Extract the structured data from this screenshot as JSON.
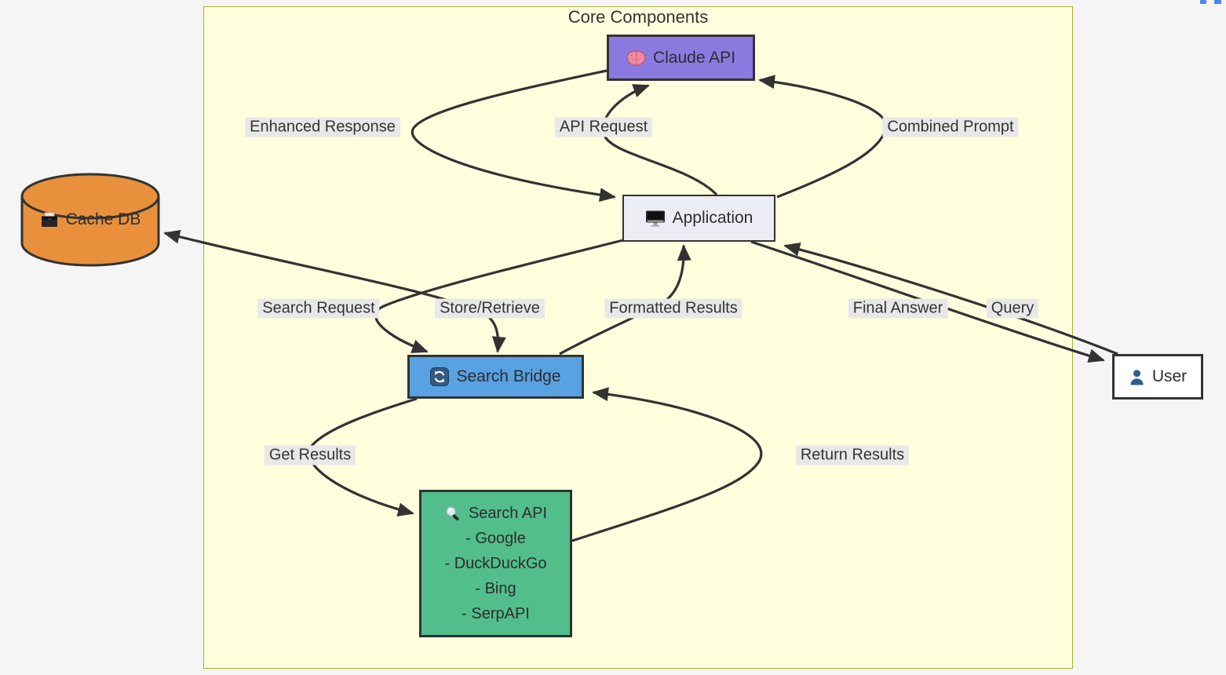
{
  "diagram": {
    "title": "Core Components",
    "nodes": {
      "claude_api": {
        "label": "Claude API",
        "icon": "brain-icon"
      },
      "application": {
        "label": "Application",
        "icon": "desktop-computer-icon"
      },
      "cache_db": {
        "label": "Cache DB",
        "icon": "card-file-box-icon"
      },
      "search_bridge": {
        "label": "Search Bridge",
        "icon": "counterclockwise-arrows-icon"
      },
      "search_api": {
        "label": "Search API",
        "icon": "magnifying-glass-icon",
        "providers": [
          "- Google",
          "- DuckDuckGo",
          "- Bing",
          "- SerpAPI"
        ]
      },
      "user": {
        "label": "User",
        "icon": "bust-in-silhouette-icon"
      }
    },
    "edges": [
      {
        "from": "Claude API",
        "to": "Application",
        "label": "Enhanced Response"
      },
      {
        "from": "Application",
        "to": "Claude API",
        "label": "API Request"
      },
      {
        "from": "Application",
        "to": "Claude API",
        "label": "Combined Prompt"
      },
      {
        "from": "Application",
        "to": "Search Bridge",
        "label": "Search Request"
      },
      {
        "from": "Search Bridge",
        "to": "Cache DB",
        "label": "Store/Retrieve",
        "bidirectional": true
      },
      {
        "from": "Search Bridge",
        "to": "Application",
        "label": "Formatted Results"
      },
      {
        "from": "Application",
        "to": "User",
        "label": "Final Answer"
      },
      {
        "from": "User",
        "to": "Application",
        "label": "Query"
      },
      {
        "from": "Search Bridge",
        "to": "Search API",
        "label": "Get Results"
      },
      {
        "from": "Search API",
        "to": "Search Bridge",
        "label": "Return Results"
      }
    ],
    "colors": {
      "canvas_bg": "#f5f5f5",
      "subgraph_fill": "#ffffde",
      "subgraph_border": "#aaaa33",
      "claude_api_fill": "#8a7ae0",
      "application_fill": "#ececf4",
      "cache_db_fill": "#e8903c",
      "search_bridge_fill": "#58a1e2",
      "search_api_fill": "#52be8c",
      "user_fill": "#ffffff",
      "edge_stroke": "#333333",
      "edge_label_bg": "#e8e8e8",
      "text": "#333333"
    }
  }
}
